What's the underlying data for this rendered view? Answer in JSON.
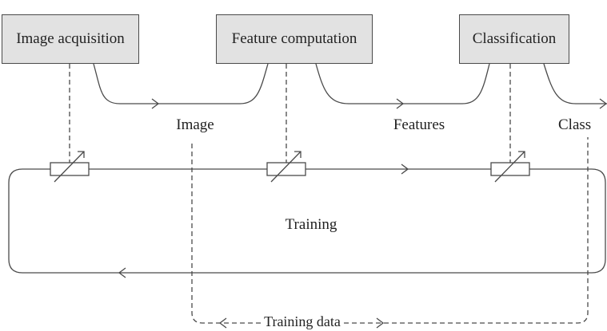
{
  "boxes": {
    "image_acquisition": "Image acquisition",
    "feature_computation": "Feature computation",
    "classification": "Classification"
  },
  "flow_labels": {
    "image": "Image",
    "features": "Features",
    "class": "Class"
  },
  "loop_label": "Training",
  "training_data_label": "Training data",
  "colors": {
    "box_fill": "#e2e2e2",
    "line": "#4a4a4a"
  }
}
